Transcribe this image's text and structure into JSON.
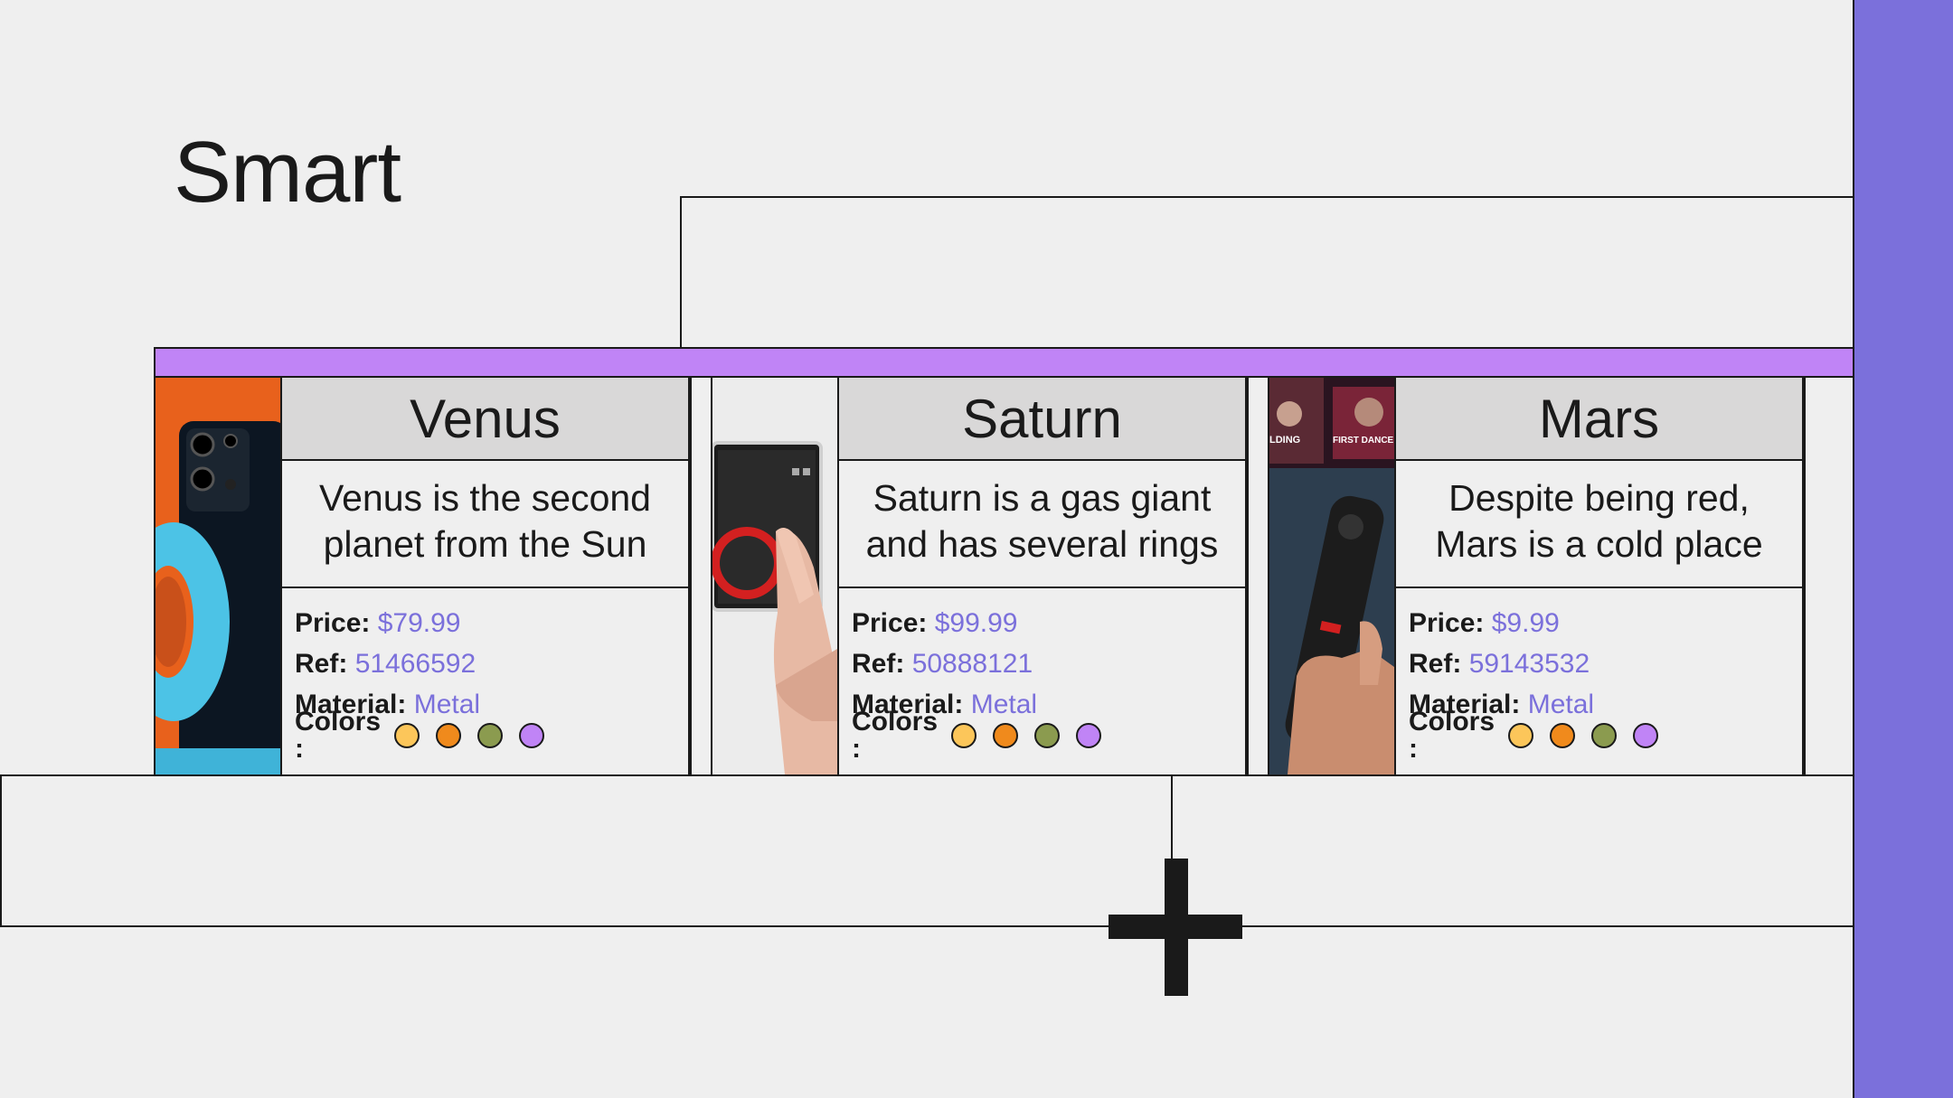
{
  "title": "Smart",
  "cards": [
    {
      "name": "Venus",
      "description_line1": "Venus is the second",
      "description_line2": "planet from the Sun",
      "price_label": "Price:",
      "price": "$79.99",
      "ref_label": "Ref:",
      "ref": "51466592",
      "material_label": "Material:",
      "material": "Metal",
      "colors_label": "Colors",
      "colors_colon": ":",
      "photo": "smartphone-with-tape-photo"
    },
    {
      "name": "Saturn",
      "description_line1": "Saturn is a gas giant",
      "description_line2": "and has several rings",
      "price_label": "Price:",
      "price": "$99.99",
      "ref_label": "Ref:",
      "ref": "50888121",
      "material_label": "Material:",
      "material": "Metal",
      "colors_label": "Colors",
      "colors_colon": ":",
      "photo": "smart-home-panel-photo"
    },
    {
      "name": "Mars",
      "description_line1": "Despite being red,",
      "description_line2": "Mars is a cold place",
      "price_label": "Price:",
      "price": "$9.99",
      "ref_label": "Ref:",
      "ref": "59143532",
      "material_label": "Material:",
      "material": "Metal",
      "colors_label": "Colors",
      "colors_colon": ":",
      "photo": "tv-remote-photo",
      "photo_text_left": "LDING",
      "photo_text_right": "FIRST DANCE"
    }
  ],
  "swatch_colors": [
    "#fcc65a",
    "#f08a1c",
    "#8b9b4f",
    "#c084f6"
  ],
  "accent_color": "#7b70db",
  "strip_color": "#c084f6"
}
